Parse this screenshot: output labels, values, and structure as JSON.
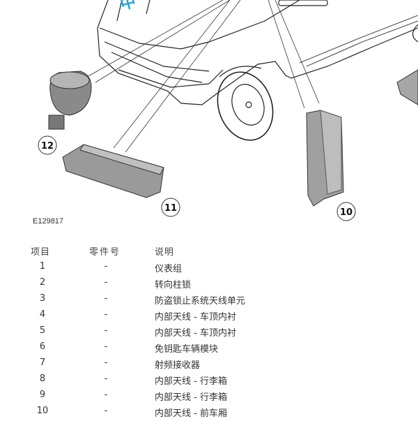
{
  "figure": {
    "id": "E129817",
    "callouts": [
      "10",
      "11",
      "12"
    ],
    "watermark": "中"
  },
  "table": {
    "headers": {
      "item": "项目",
      "part_number": "零件号",
      "description": "说明"
    },
    "rows": [
      {
        "item": "1",
        "part_number": "-",
        "description": "仪表组"
      },
      {
        "item": "2",
        "part_number": "-",
        "description": "转向柱锁"
      },
      {
        "item": "3",
        "part_number": "-",
        "description": "防盗锁止系统天线单元"
      },
      {
        "item": "4",
        "part_number": "-",
        "description": "内部天线 - 车顶内衬"
      },
      {
        "item": "5",
        "part_number": "-",
        "description": "内部天线 - 车顶内衬"
      },
      {
        "item": "6",
        "part_number": "-",
        "description": "免钥匙车辆模块"
      },
      {
        "item": "7",
        "part_number": "-",
        "description": "射频接收器"
      },
      {
        "item": "8",
        "part_number": "-",
        "description": "内部天线 - 行李箱"
      },
      {
        "item": "9",
        "part_number": "-",
        "description": "内部天线 - 行李箱"
      },
      {
        "item": "10",
        "part_number": "-",
        "description": "内部天线 - 前车厢"
      }
    ]
  }
}
